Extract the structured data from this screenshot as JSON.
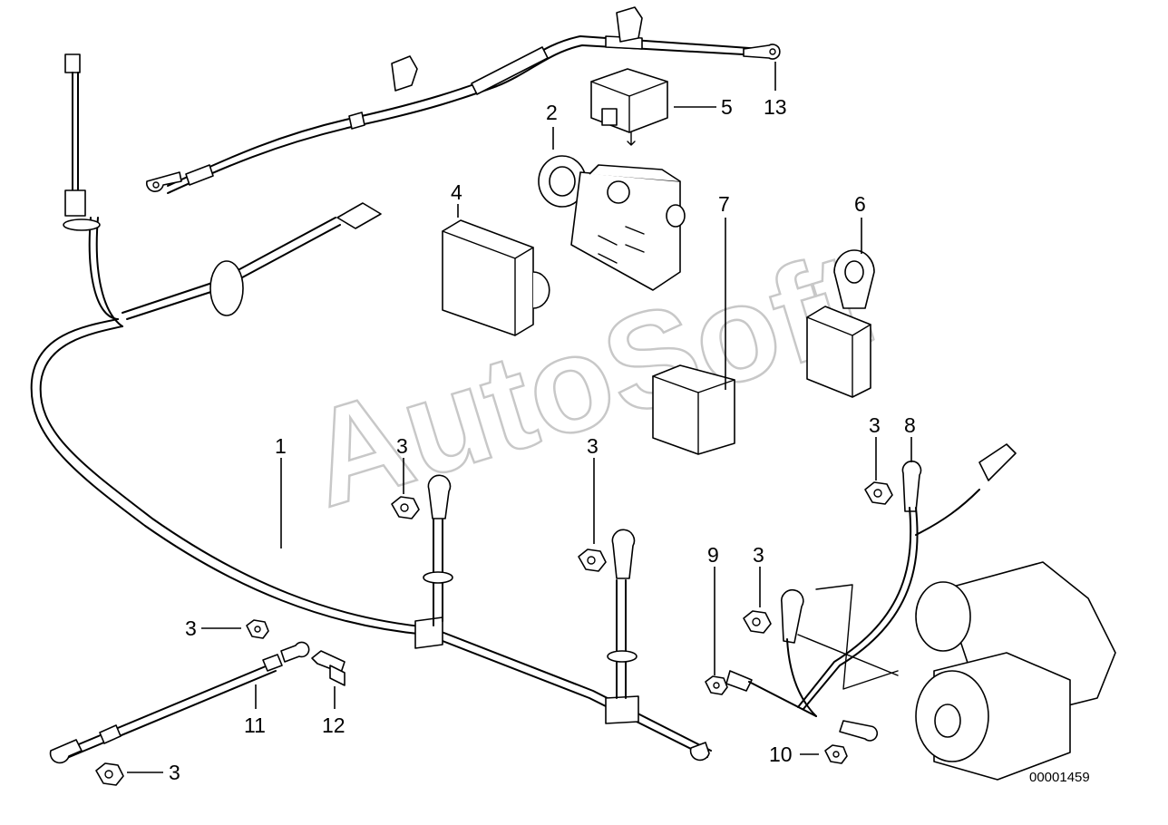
{
  "diagram": {
    "watermark": "AutoSoft",
    "catalog_code": "00001459",
    "callouts": {
      "c1": "1",
      "c2": "2",
      "c3a": "3",
      "c3b": "3",
      "c3c": "3",
      "c3d": "3",
      "c3e": "3",
      "c3f": "3",
      "c4": "4",
      "c5": "5",
      "c6": "6",
      "c7": "7",
      "c8": "8",
      "c9": "9",
      "c10": "10",
      "c11": "11",
      "c12": "12",
      "c13": "13"
    }
  }
}
